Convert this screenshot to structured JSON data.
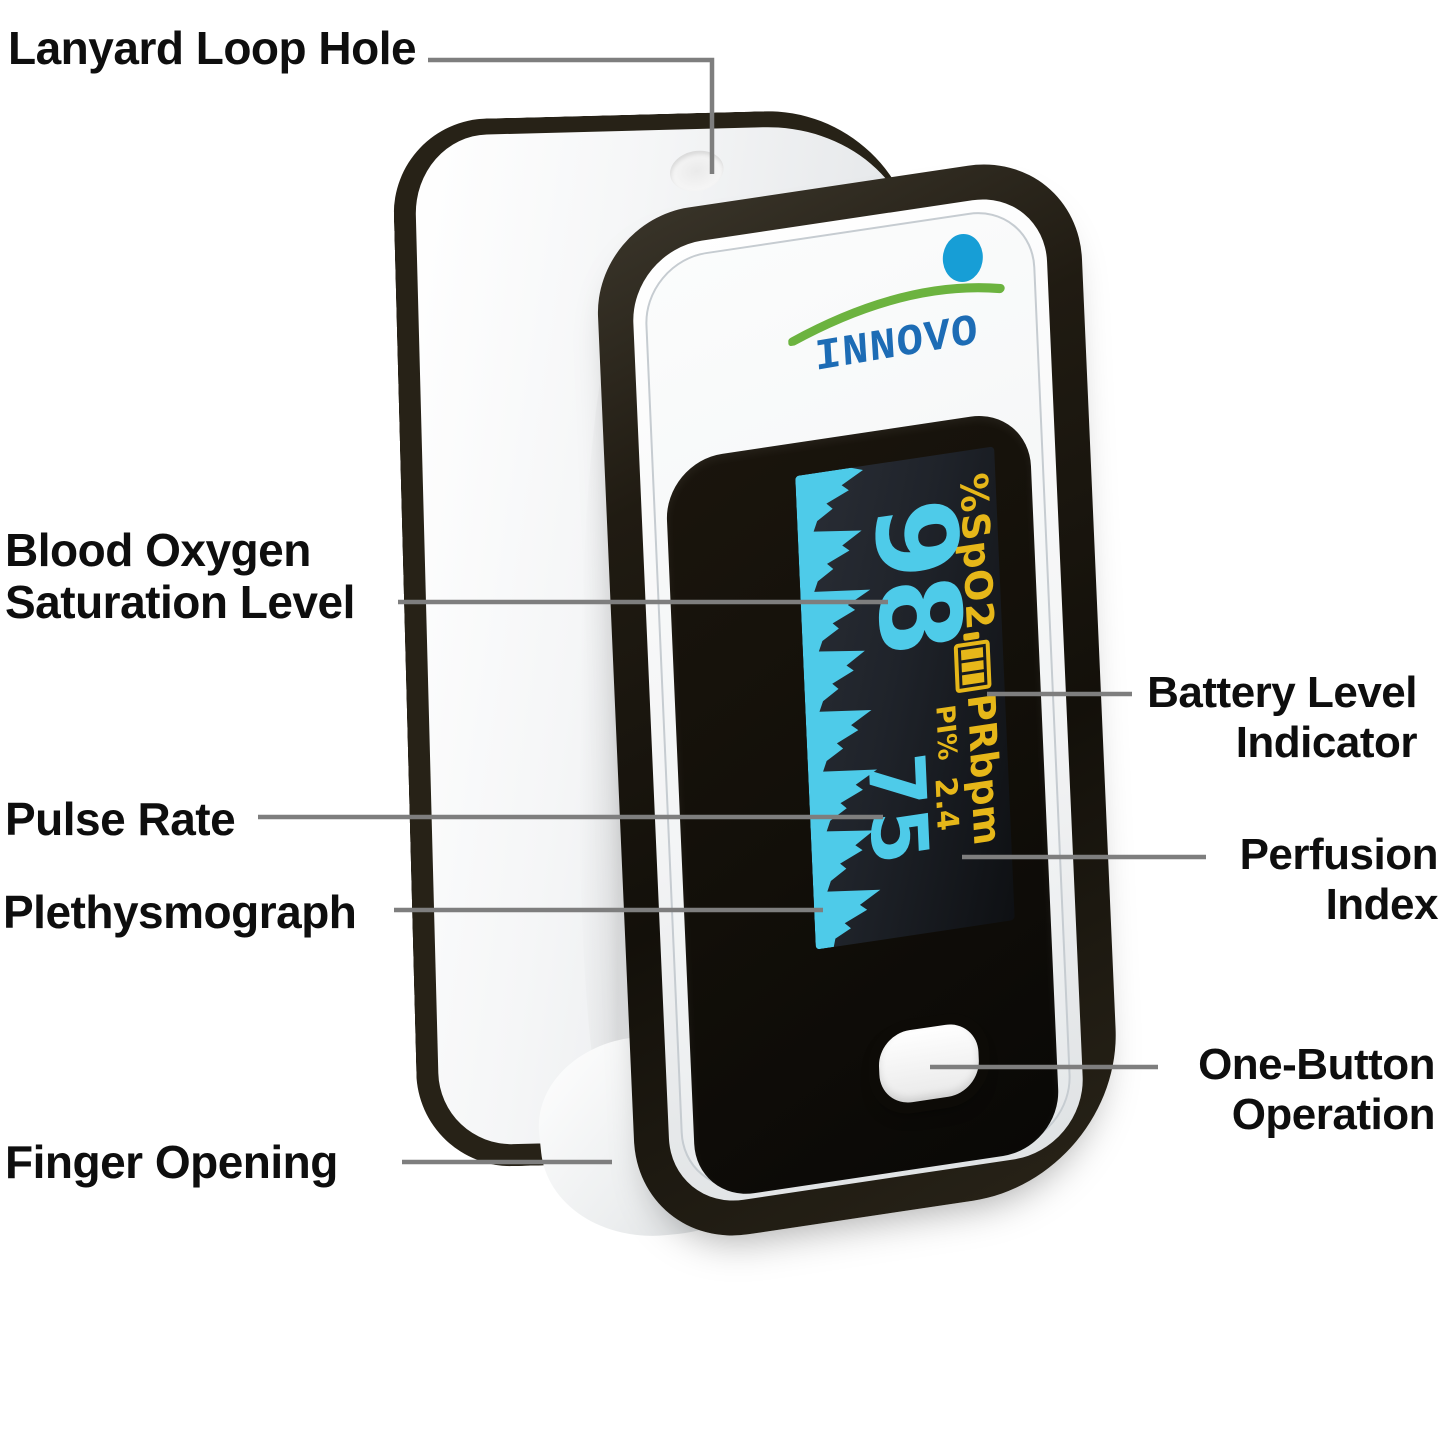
{
  "annotations": {
    "lanyard": "Lanyard Loop Hole",
    "blood_oxygen": [
      "Blood Oxygen",
      "Saturation Level"
    ],
    "pulse_rate": "Pulse Rate",
    "plethysmograph": "Plethysmograph",
    "battery": [
      "Battery Level",
      "Indicator"
    ],
    "perfusion": [
      "Perfusion",
      "Index"
    ],
    "one_button": [
      "One-Button",
      "Operation"
    ],
    "finger": "Finger Opening"
  },
  "device": {
    "brand": "INNOVO",
    "display": {
      "spo2_label": "%SpO2",
      "spo2_value": "98",
      "pr_label": "PRbpm",
      "pr_value": "75",
      "pi_label": "PI%",
      "pi_value": "2.4",
      "battery_icon": "battery-three-bars"
    }
  },
  "colors": {
    "label_text": "#0e0e0e",
    "leader_line": "#7e7e7e",
    "screen_cyan": "#4ecbe9",
    "screen_yellow": "#e6b719",
    "logo_text_blue": "#1d6cb5",
    "logo_dot_blue": "#179ed6",
    "logo_green": "#6cb33f",
    "shell_dark": "#1d1910"
  }
}
